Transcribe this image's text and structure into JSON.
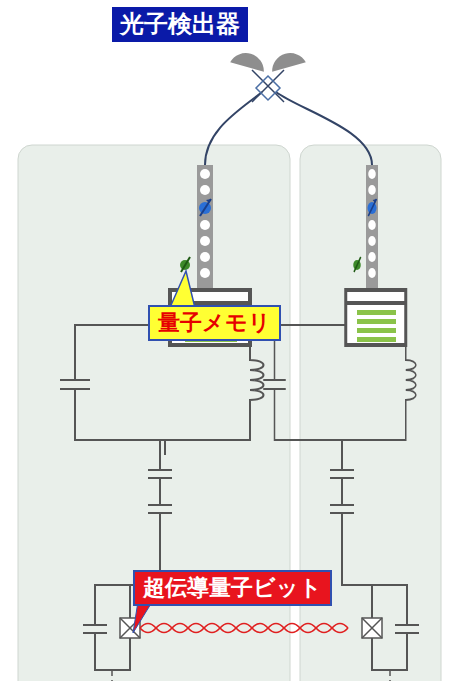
{
  "diagram": {
    "nodes": [
      {
        "text": [
          "光子検出器"
        ]
      },
      {
        "text": [
          "量子メモリ"
        ]
      },
      {
        "text": [
          "超伝導量子ビット"
        ]
      }
    ]
  }
}
